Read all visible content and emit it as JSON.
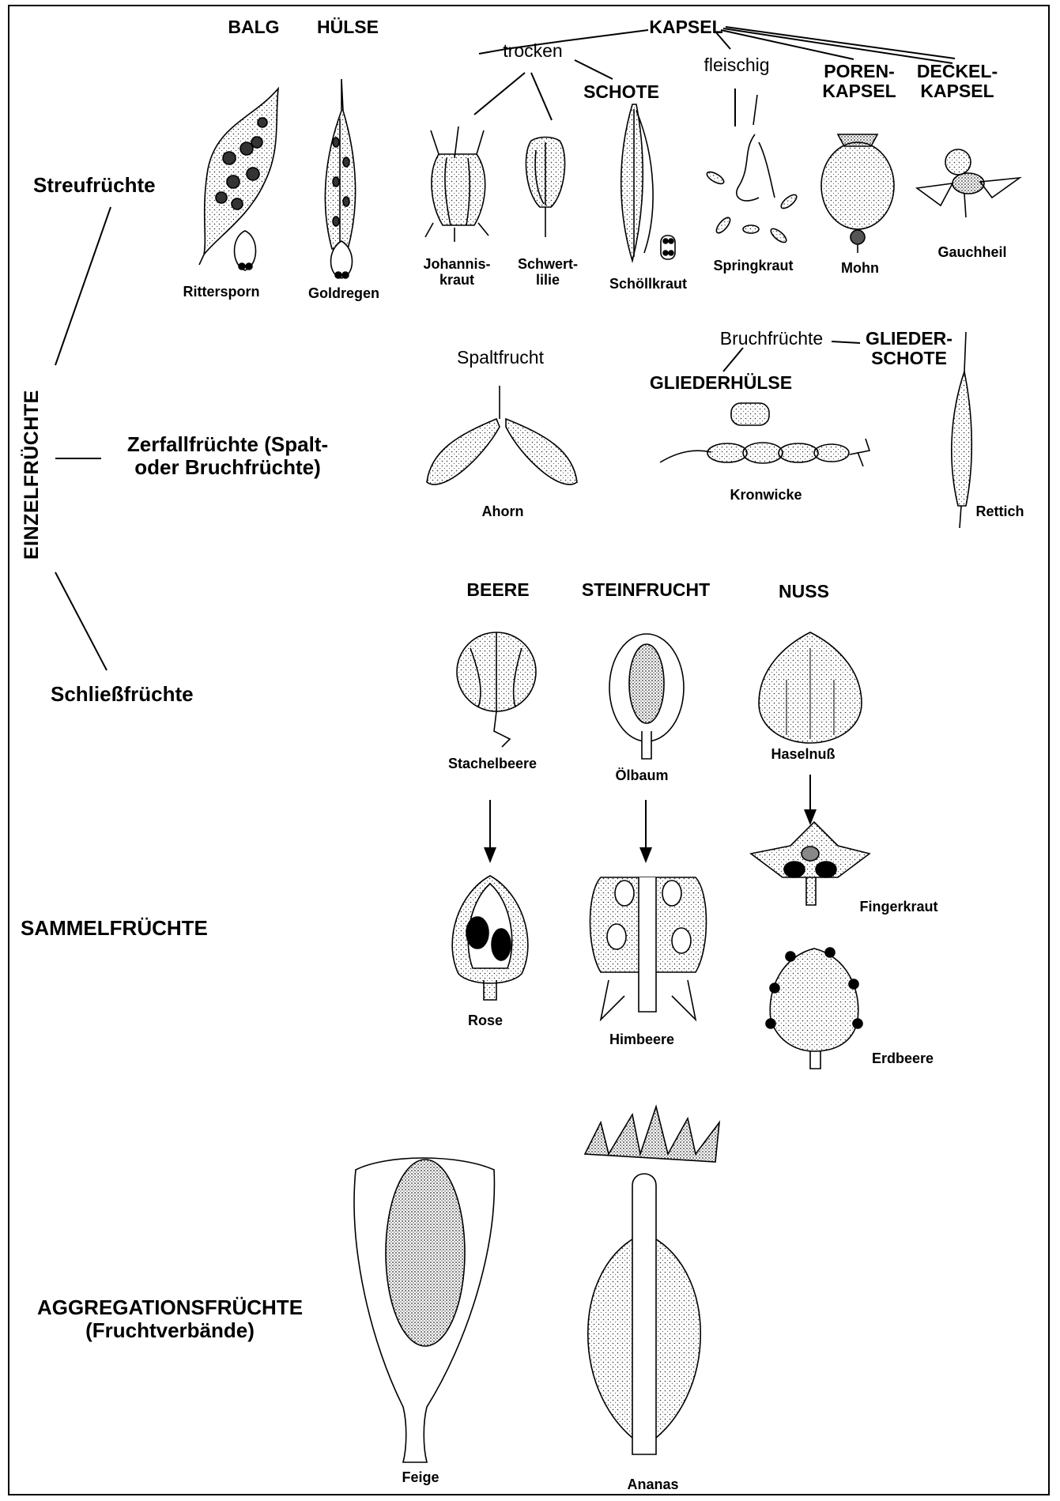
{
  "capsule_group": {
    "balg": "BALG",
    "huelse": "HÜLSE",
    "kapsel": "KAPSEL",
    "trocken": "trocken",
    "fleischig": "fleischig",
    "schote": "SCHOTE",
    "porenkapsel": [
      "POREN-",
      "KAPSEL"
    ],
    "deckelkapsel": [
      "DECKEL-",
      "KAPSEL"
    ]
  },
  "streu_examples": [
    "Rittersporn",
    "Goldregen",
    "Johannis-\nkraut",
    "Schwert-\nlilie",
    "Schöllkraut",
    "Springkraut",
    "Mohn",
    "Gauchheil"
  ],
  "categories": {
    "einzelfruechte": "EINZELFRÜCHTE",
    "streufruechte": "Streufrüchte",
    "zerfallfruechte": [
      "Zerfallfrüchte (Spalt-",
      "oder Bruchfrüchte)"
    ],
    "schliessfruechte": "Schließfrüchte",
    "sammelfruechte": "SAMMELFRÜCHTE",
    "aggregationsfruechte": [
      "AGGREGATIONSFRÜCHTE",
      "(Fruchtverbände)"
    ]
  },
  "zerfall_group": {
    "spaltfrucht": "Spaltfrucht",
    "bruchfruechte": "Bruchfrüchte",
    "gliederhuelse": "GLIEDERHÜLSE",
    "gliederschote": [
      "GLIEDER-",
      "SCHOTE"
    ],
    "examples": [
      "Ahorn",
      "Kronwicke",
      "Rettich"
    ]
  },
  "schliess_group": {
    "beere": "BEERE",
    "steinfrucht": "STEINFRUCHT",
    "nuss": "NUSS",
    "examples": [
      "Stachelbeere",
      "Ölbaum",
      "Haselnuß"
    ]
  },
  "sammel_examples": [
    "Rose",
    "Himbeere",
    "Fingerkraut",
    "Erdbeere"
  ],
  "aggregation_examples": [
    "Feige",
    "Ananas"
  ]
}
